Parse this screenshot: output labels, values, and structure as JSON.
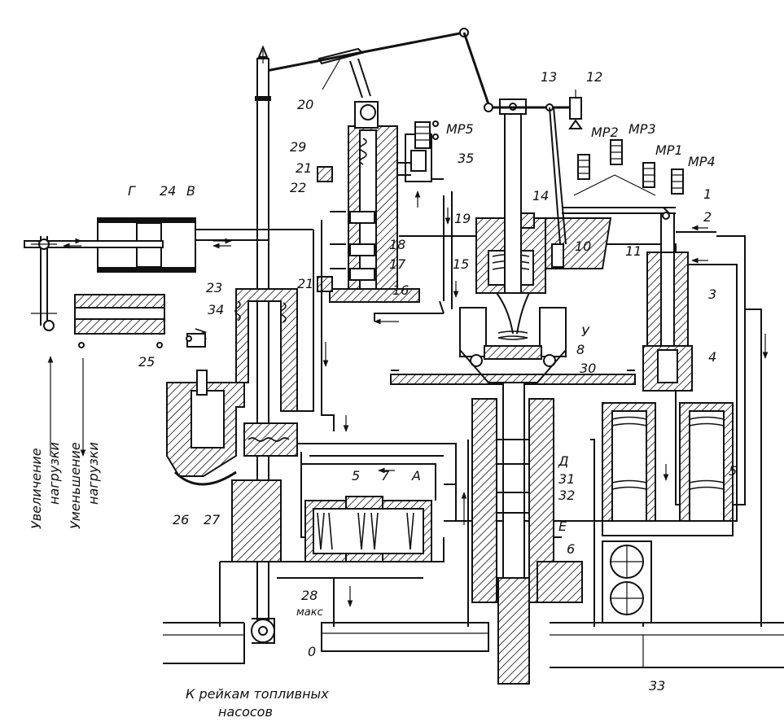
{
  "labels": {
    "n1": "1",
    "n2": "2",
    "n3": "3",
    "n4": "4",
    "n5a": "5",
    "n5b": "5",
    "n6": "6",
    "n7": "7",
    "n8": "8",
    "n10": "10",
    "n11": "11",
    "n12": "12",
    "n13": "13",
    "n14": "14",
    "n15": "15",
    "n16": "16",
    "n17": "17",
    "n18": "18",
    "n19": "19",
    "n20": "20",
    "n21a": "21",
    "n21b": "21",
    "n22": "22",
    "n23": "23",
    "n24": "24",
    "n25": "25",
    "n26": "26",
    "n27": "27",
    "n28": "28",
    "n29": "29",
    "n30": "30",
    "n31": "31",
    "n32": "32",
    "n33": "33",
    "n34": "34",
    "n35": "35",
    "G": "Г",
    "V": "В",
    "U": "У",
    "A": "А",
    "D": "Д",
    "E": "Е",
    "mp1": "МР1",
    "mp2": "МР2",
    "mp3": "МР3",
    "mp4": "МР4",
    "mp5": "МР5",
    "maks": "макс",
    "zero": "0"
  },
  "side_captions": {
    "increase_1": "Увеличение",
    "increase_2": "нагрузки",
    "decrease_1": "Уменьшение",
    "decrease_2": "нагрузки"
  },
  "bottom_caption": {
    "line1": "К рейкам топливных",
    "line2": "насосов"
  }
}
